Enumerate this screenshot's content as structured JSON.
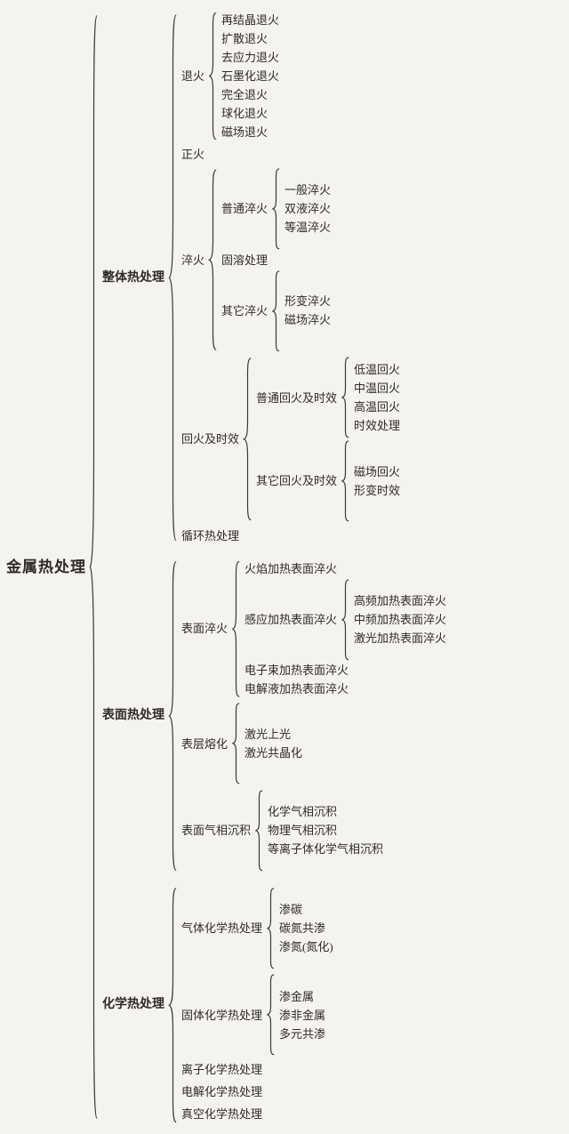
{
  "page": {
    "background_color": "#f5f3ef",
    "text_color": "#2e2b28",
    "brace_color": "#3c3a38"
  },
  "tree": {
    "label": "金属热处理",
    "children": [
      {
        "label": "整体热处理",
        "children": [
          {
            "label": "退火",
            "children": [
              {
                "label": "再结晶退火"
              },
              {
                "label": "扩散退火"
              },
              {
                "label": "去应力退火"
              },
              {
                "label": "石墨化退火"
              },
              {
                "label": "完全退火"
              },
              {
                "label": "球化退火"
              },
              {
                "label": "磁场退火"
              }
            ]
          },
          {
            "label": "正火"
          },
          {
            "label": "淬火",
            "children": [
              {
                "label": "普通淬火",
                "children": [
                  {
                    "label": "一般淬火"
                  },
                  {
                    "label": "双液淬火"
                  },
                  {
                    "label": "等温淬火"
                  }
                ]
              },
              {
                "label": "固溶处理"
              },
              {
                "label": "其它淬火",
                "children": [
                  {
                    "label": "形变淬火"
                  },
                  {
                    "label": "磁场淬火"
                  }
                ]
              }
            ]
          },
          {
            "label": "回火及时效",
            "children": [
              {
                "label": "普通回火及时效",
                "children": [
                  {
                    "label": "低温回火"
                  },
                  {
                    "label": "中温回火"
                  },
                  {
                    "label": "高温回火"
                  },
                  {
                    "label": "时效处理"
                  }
                ]
              },
              {
                "label": "其它回火及时效",
                "children": [
                  {
                    "label": "磁场回火"
                  },
                  {
                    "label": "形变时效"
                  }
                ]
              }
            ]
          },
          {
            "label": "循环热处理"
          }
        ]
      },
      {
        "label": "表面热处理",
        "children": [
          {
            "label": "表面淬火",
            "children": [
              {
                "label": "火焰加热表面淬火"
              },
              {
                "label": "感应加热表面淬火",
                "children": [
                  {
                    "label": "高频加热表面淬火"
                  },
                  {
                    "label": "中频加热表面淬火"
                  },
                  {
                    "label": "激光加热表面淬火"
                  }
                ]
              },
              {
                "label": "电子束加热表面淬火"
              },
              {
                "label": "电解液加热表面淬火"
              }
            ]
          },
          {
            "label": "表层熔化",
            "children": [
              {
                "label": "激光上光"
              },
              {
                "label": "激光共晶化"
              }
            ]
          },
          {
            "label": "表面气相沉积",
            "children": [
              {
                "label": "化学气相沉积"
              },
              {
                "label": "物理气相沉积"
              },
              {
                "label": "等离子体化学气相沉积"
              }
            ]
          }
        ]
      },
      {
        "label": "化学热处理",
        "children": [
          {
            "label": "气体化学热处理",
            "children": [
              {
                "label": "渗碳"
              },
              {
                "label": "碳氮共渗"
              },
              {
                "label": "渗氮(氮化)"
              }
            ]
          },
          {
            "label": "固体化学热处理",
            "children": [
              {
                "label": "渗金属"
              },
              {
                "label": "渗非金属"
              },
              {
                "label": "多元共渗"
              }
            ]
          },
          {
            "label": "离子化学热处理"
          },
          {
            "label": "电解化学热处理"
          },
          {
            "label": "真空化学热处理"
          }
        ]
      }
    ]
  }
}
